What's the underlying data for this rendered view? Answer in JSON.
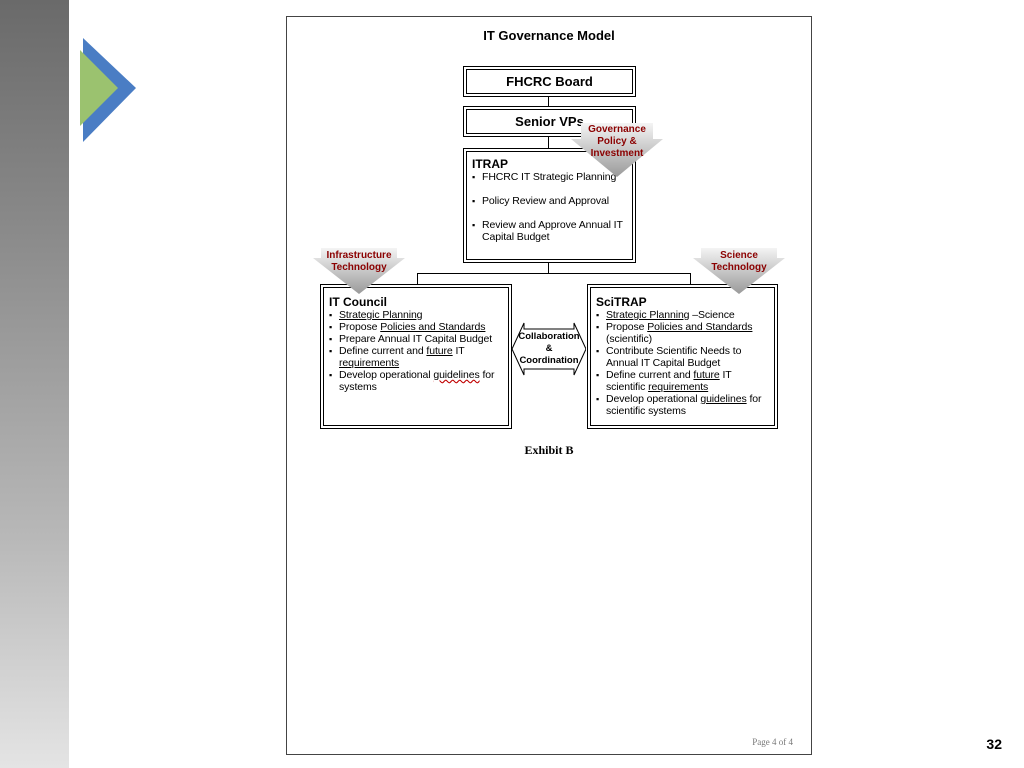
{
  "slide": {
    "number": "32"
  },
  "document": {
    "title": "IT Governance Model",
    "exhibit": "Exhibit B",
    "footer": "Page 4 of 4"
  },
  "boxes": {
    "board": "FHCRC Board",
    "vps": "Senior VPs",
    "itrap": {
      "title": "ITRAP",
      "items": [
        "FHCRC IT Strategic Planning",
        "Policy Review and Approval",
        "Review and Approve Annual IT Capital Budget"
      ]
    },
    "council": {
      "title": "IT Council",
      "items": {
        "b1": "Strategic Planning",
        "b2a": "Propose ",
        "b2b": "Policies and Standards",
        "b3": "Prepare Annual IT Capital Budget",
        "b4a": "Define current and ",
        "b4b": "future",
        "b4c": " IT ",
        "b4d": "requirements",
        "b5a": "Develop operational ",
        "b5b": "guidelines",
        "b5c": " for systems"
      }
    },
    "scitrap": {
      "title": "SciTRAP",
      "items": {
        "b1a": "Strategic Planning",
        "b1b": " –Science",
        "b2a": "Propose ",
        "b2b": "Policies and Standards",
        "b2c": " (scientific)",
        "b3": "Contribute Scientific Needs to Annual IT Capital Budget",
        "b4a": "Define current and ",
        "b4b": "future",
        "b4c": " IT scientific ",
        "b4d": "requirements",
        "b5a": "Develop operational ",
        "b5b": "guidelines",
        "b5c": " for scientific systems"
      }
    }
  },
  "callouts": {
    "governance": [
      "Governance",
      "Policy &",
      "Investment"
    ],
    "infrastructure": [
      "Infrastructure",
      "Technology"
    ],
    "science": [
      "Science",
      "Technology"
    ]
  },
  "collab": [
    "Collaboration",
    "&",
    "Coordination"
  ],
  "colors": {
    "callout_text": "#8b0000",
    "chevron_green": "#9bc26f",
    "chevron_blue": "#4a7dc4"
  }
}
